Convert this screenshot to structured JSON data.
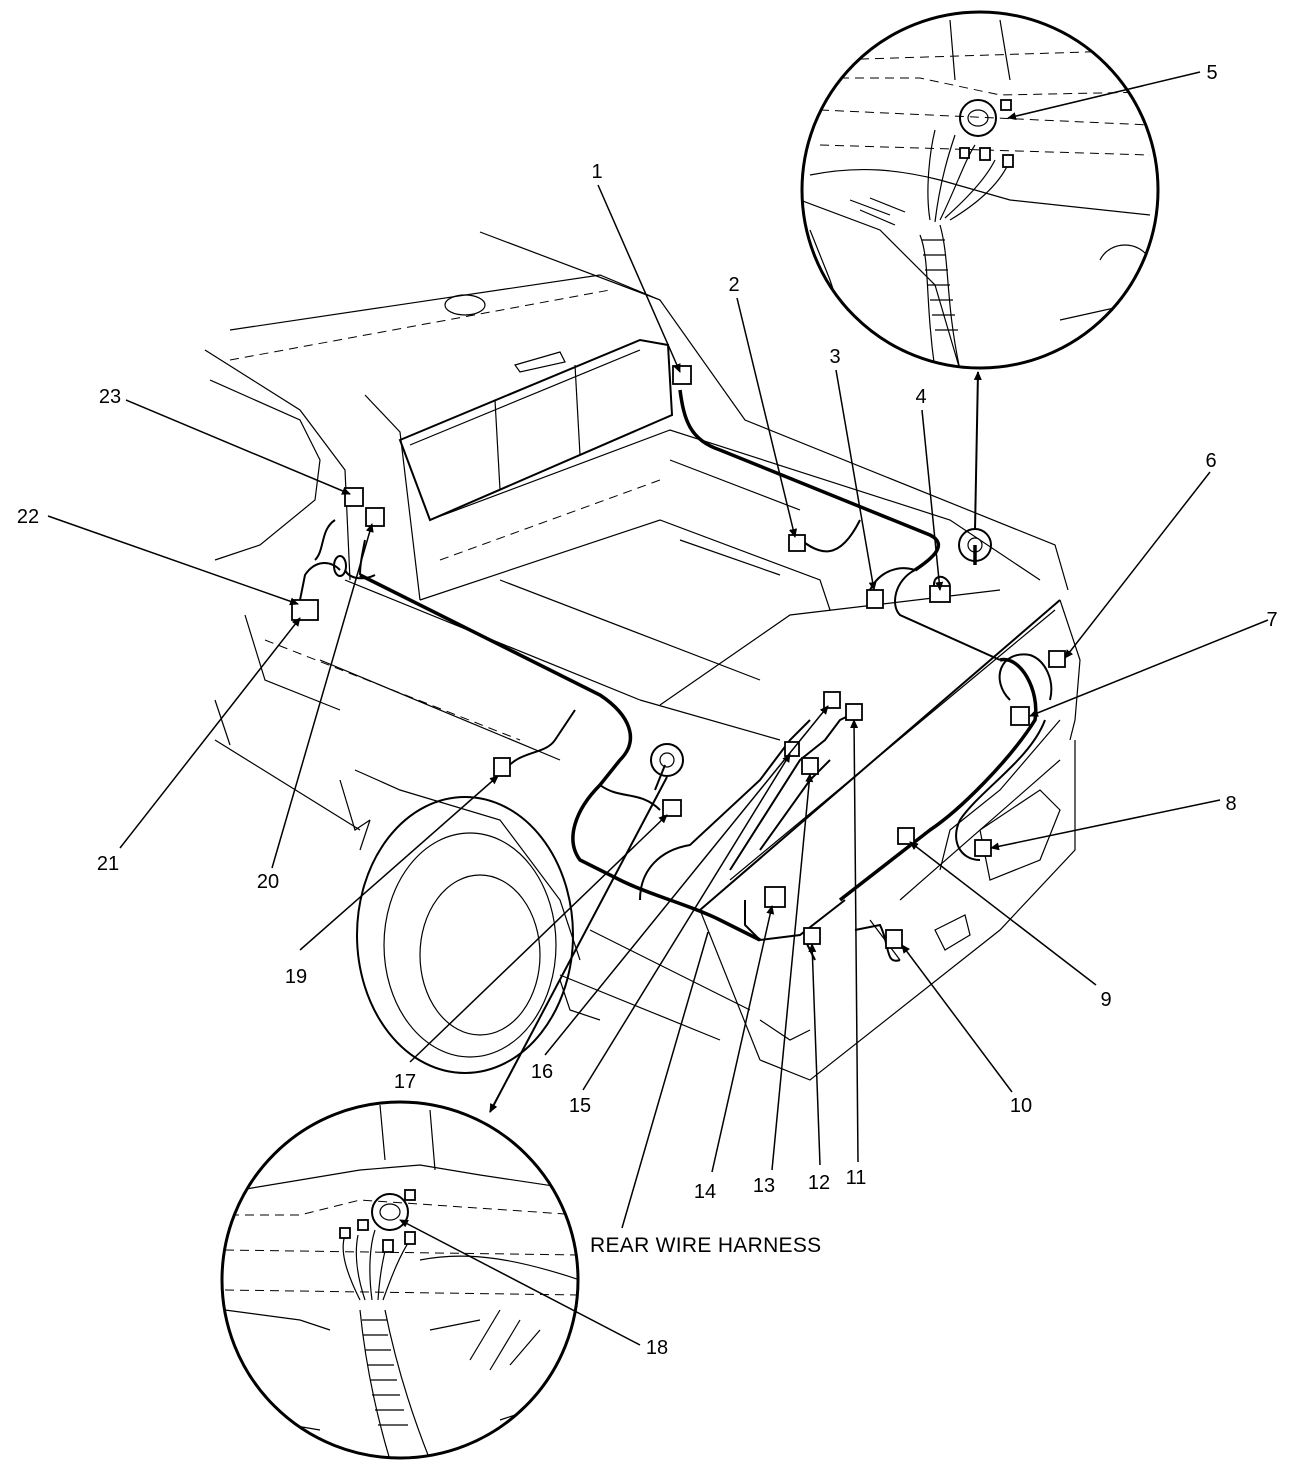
{
  "diagram": {
    "harness_label": "REAR WIRE HARNESS",
    "callouts": [
      "1",
      "2",
      "3",
      "4",
      "5",
      "6",
      "7",
      "8",
      "9",
      "10",
      "11",
      "12",
      "13",
      "14",
      "15",
      "16",
      "17",
      "18",
      "19",
      "20",
      "21",
      "22",
      "23"
    ]
  }
}
